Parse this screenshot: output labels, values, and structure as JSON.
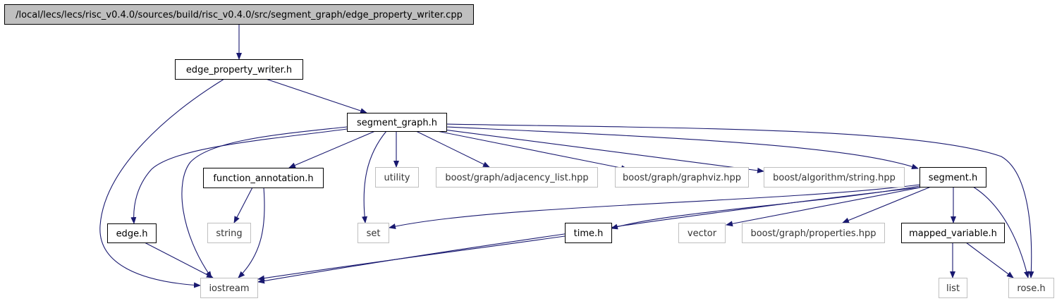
{
  "graph": {
    "root": {
      "id": "root",
      "label": "/local/lecs/lecs/risc_v0.4.0/sources/build/risc_v0.4.0/src/segment_graph/edge_property_writer.cpp"
    },
    "nodes": [
      {
        "id": "edge_property_writer_h",
        "label": "edge_property_writer.h",
        "documented": true
      },
      {
        "id": "segment_graph_h",
        "label": "segment_graph.h",
        "documented": true
      },
      {
        "id": "edge_h",
        "label": "edge.h",
        "documented": true
      },
      {
        "id": "function_annotation_h",
        "label": "function_annotation.h",
        "documented": true
      },
      {
        "id": "utility",
        "label": "utility",
        "documented": false
      },
      {
        "id": "adjacency_list",
        "label": "boost/graph/adjacency_list.hpp",
        "documented": false
      },
      {
        "id": "graphviz",
        "label": "boost/graph/graphviz.hpp",
        "documented": false
      },
      {
        "id": "string_hpp",
        "label": "boost/algorithm/string.hpp",
        "documented": false
      },
      {
        "id": "segment_h",
        "label": "segment.h",
        "documented": true
      },
      {
        "id": "string",
        "label": "string",
        "documented": false
      },
      {
        "id": "set",
        "label": "set",
        "documented": false
      },
      {
        "id": "time_h",
        "label": "time.h",
        "documented": true
      },
      {
        "id": "vector",
        "label": "vector",
        "documented": false
      },
      {
        "id": "properties",
        "label": "boost/graph/properties.hpp",
        "documented": false
      },
      {
        "id": "mapped_variable_h",
        "label": "mapped_variable.h",
        "documented": true
      },
      {
        "id": "iostream",
        "label": "iostream",
        "documented": false
      },
      {
        "id": "list",
        "label": "list",
        "documented": false
      },
      {
        "id": "rose_h",
        "label": "rose.h",
        "documented": false
      }
    ],
    "edges": [
      [
        "root",
        "edge_property_writer_h"
      ],
      [
        "edge_property_writer_h",
        "segment_graph_h"
      ],
      [
        "edge_property_writer_h",
        "iostream"
      ],
      [
        "segment_graph_h",
        "edge_h"
      ],
      [
        "segment_graph_h",
        "iostream"
      ],
      [
        "segment_graph_h",
        "function_annotation_h"
      ],
      [
        "segment_graph_h",
        "set"
      ],
      [
        "segment_graph_h",
        "utility"
      ],
      [
        "segment_graph_h",
        "adjacency_list"
      ],
      [
        "segment_graph_h",
        "graphviz"
      ],
      [
        "segment_graph_h",
        "string_hpp"
      ],
      [
        "segment_graph_h",
        "segment_h"
      ],
      [
        "segment_graph_h",
        "rose_h"
      ],
      [
        "edge_h",
        "iostream"
      ],
      [
        "function_annotation_h",
        "string"
      ],
      [
        "function_annotation_h",
        "iostream"
      ],
      [
        "segment_h",
        "set"
      ],
      [
        "segment_h",
        "time_h"
      ],
      [
        "segment_h",
        "vector"
      ],
      [
        "segment_h",
        "properties"
      ],
      [
        "segment_h",
        "mapped_variable_h"
      ],
      [
        "segment_h",
        "rose_h"
      ],
      [
        "segment_h",
        "iostream"
      ],
      [
        "time_h",
        "iostream"
      ],
      [
        "mapped_variable_h",
        "list"
      ],
      [
        "mapped_variable_h",
        "rose_h"
      ]
    ],
    "colors": {
      "edge": "#191970",
      "root_fill": "#bfbfbf",
      "documented_border": "#000000",
      "undocumented_border": "#bfbfbf",
      "undocumented_text": "#333333",
      "text": "#000000"
    }
  }
}
